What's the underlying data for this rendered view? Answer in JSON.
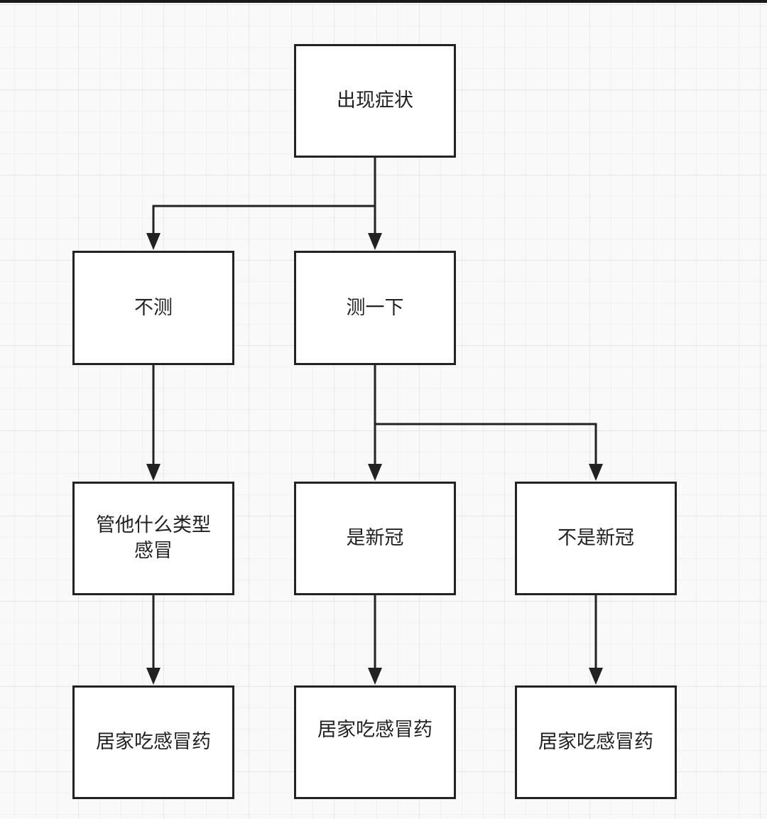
{
  "diagram": {
    "type": "flowchart",
    "colors": {
      "border": "#222222",
      "text": "#222222",
      "fill": "#ffffff",
      "grid": "#e6e6e6"
    },
    "nodes": {
      "symptoms": {
        "label": "出现症状"
      },
      "no_test": {
        "label": "不测"
      },
      "test": {
        "label": "测一下"
      },
      "any_cold": {
        "label": "管他什么类型\n感冒"
      },
      "is_covid": {
        "label": "是新冠"
      },
      "not_covid": {
        "label": "不是新冠"
      },
      "home_meds_1": {
        "label": "居家吃感冒药"
      },
      "home_meds_2": {
        "label": "居家吃感冒药"
      },
      "home_meds_3": {
        "label": "居家吃感冒药"
      }
    },
    "edges": [
      {
        "from": "symptoms",
        "to": "no_test"
      },
      {
        "from": "symptoms",
        "to": "test"
      },
      {
        "from": "no_test",
        "to": "any_cold"
      },
      {
        "from": "test",
        "to": "is_covid"
      },
      {
        "from": "test",
        "to": "not_covid"
      },
      {
        "from": "any_cold",
        "to": "home_meds_1"
      },
      {
        "from": "is_covid",
        "to": "home_meds_2"
      },
      {
        "from": "not_covid",
        "to": "home_meds_3"
      }
    ]
  }
}
